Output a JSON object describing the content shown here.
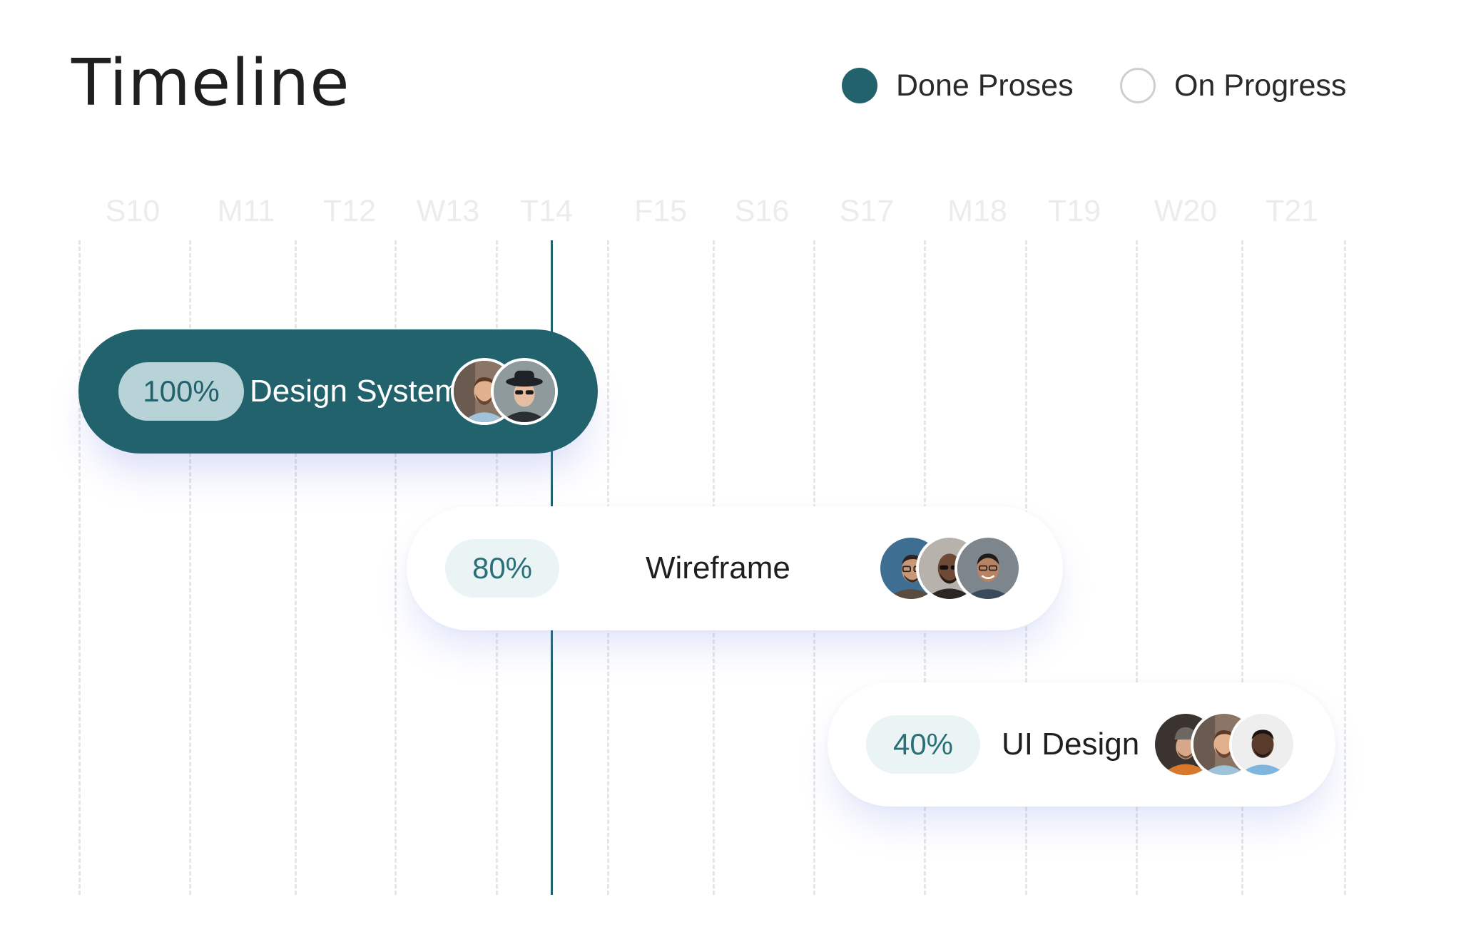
{
  "header": {
    "title": "Timeline"
  },
  "legend": {
    "done_label": "Done Proses",
    "progress_label": "On Progress",
    "done_color": "#21626d",
    "progress_color": "#ffffff"
  },
  "days": [
    "S10",
    "M11",
    "T12",
    "W13",
    "T14",
    "F15",
    "S16",
    "S17",
    "M18",
    "T19",
    "W20",
    "T21"
  ],
  "today": "T14",
  "tasks": [
    {
      "name": "Design System",
      "percent": "100%",
      "progress": 1.0,
      "status": "done",
      "avatars": [
        "avatar-man-beard",
        "avatar-man-sunglasses-hat"
      ]
    },
    {
      "name": "Wireframe",
      "percent": "80%",
      "progress": 0.8,
      "status": "in-progress",
      "avatars": [
        "avatar-man-glasses",
        "avatar-man-bald-sunglasses",
        "avatar-man-smiling"
      ]
    },
    {
      "name": "UI Design",
      "percent": "40%",
      "progress": 0.4,
      "status": "in-progress",
      "avatars": [
        "avatar-man-hat-orange",
        "avatar-man-beard",
        "avatar-man-blue-shirt"
      ]
    }
  ]
}
